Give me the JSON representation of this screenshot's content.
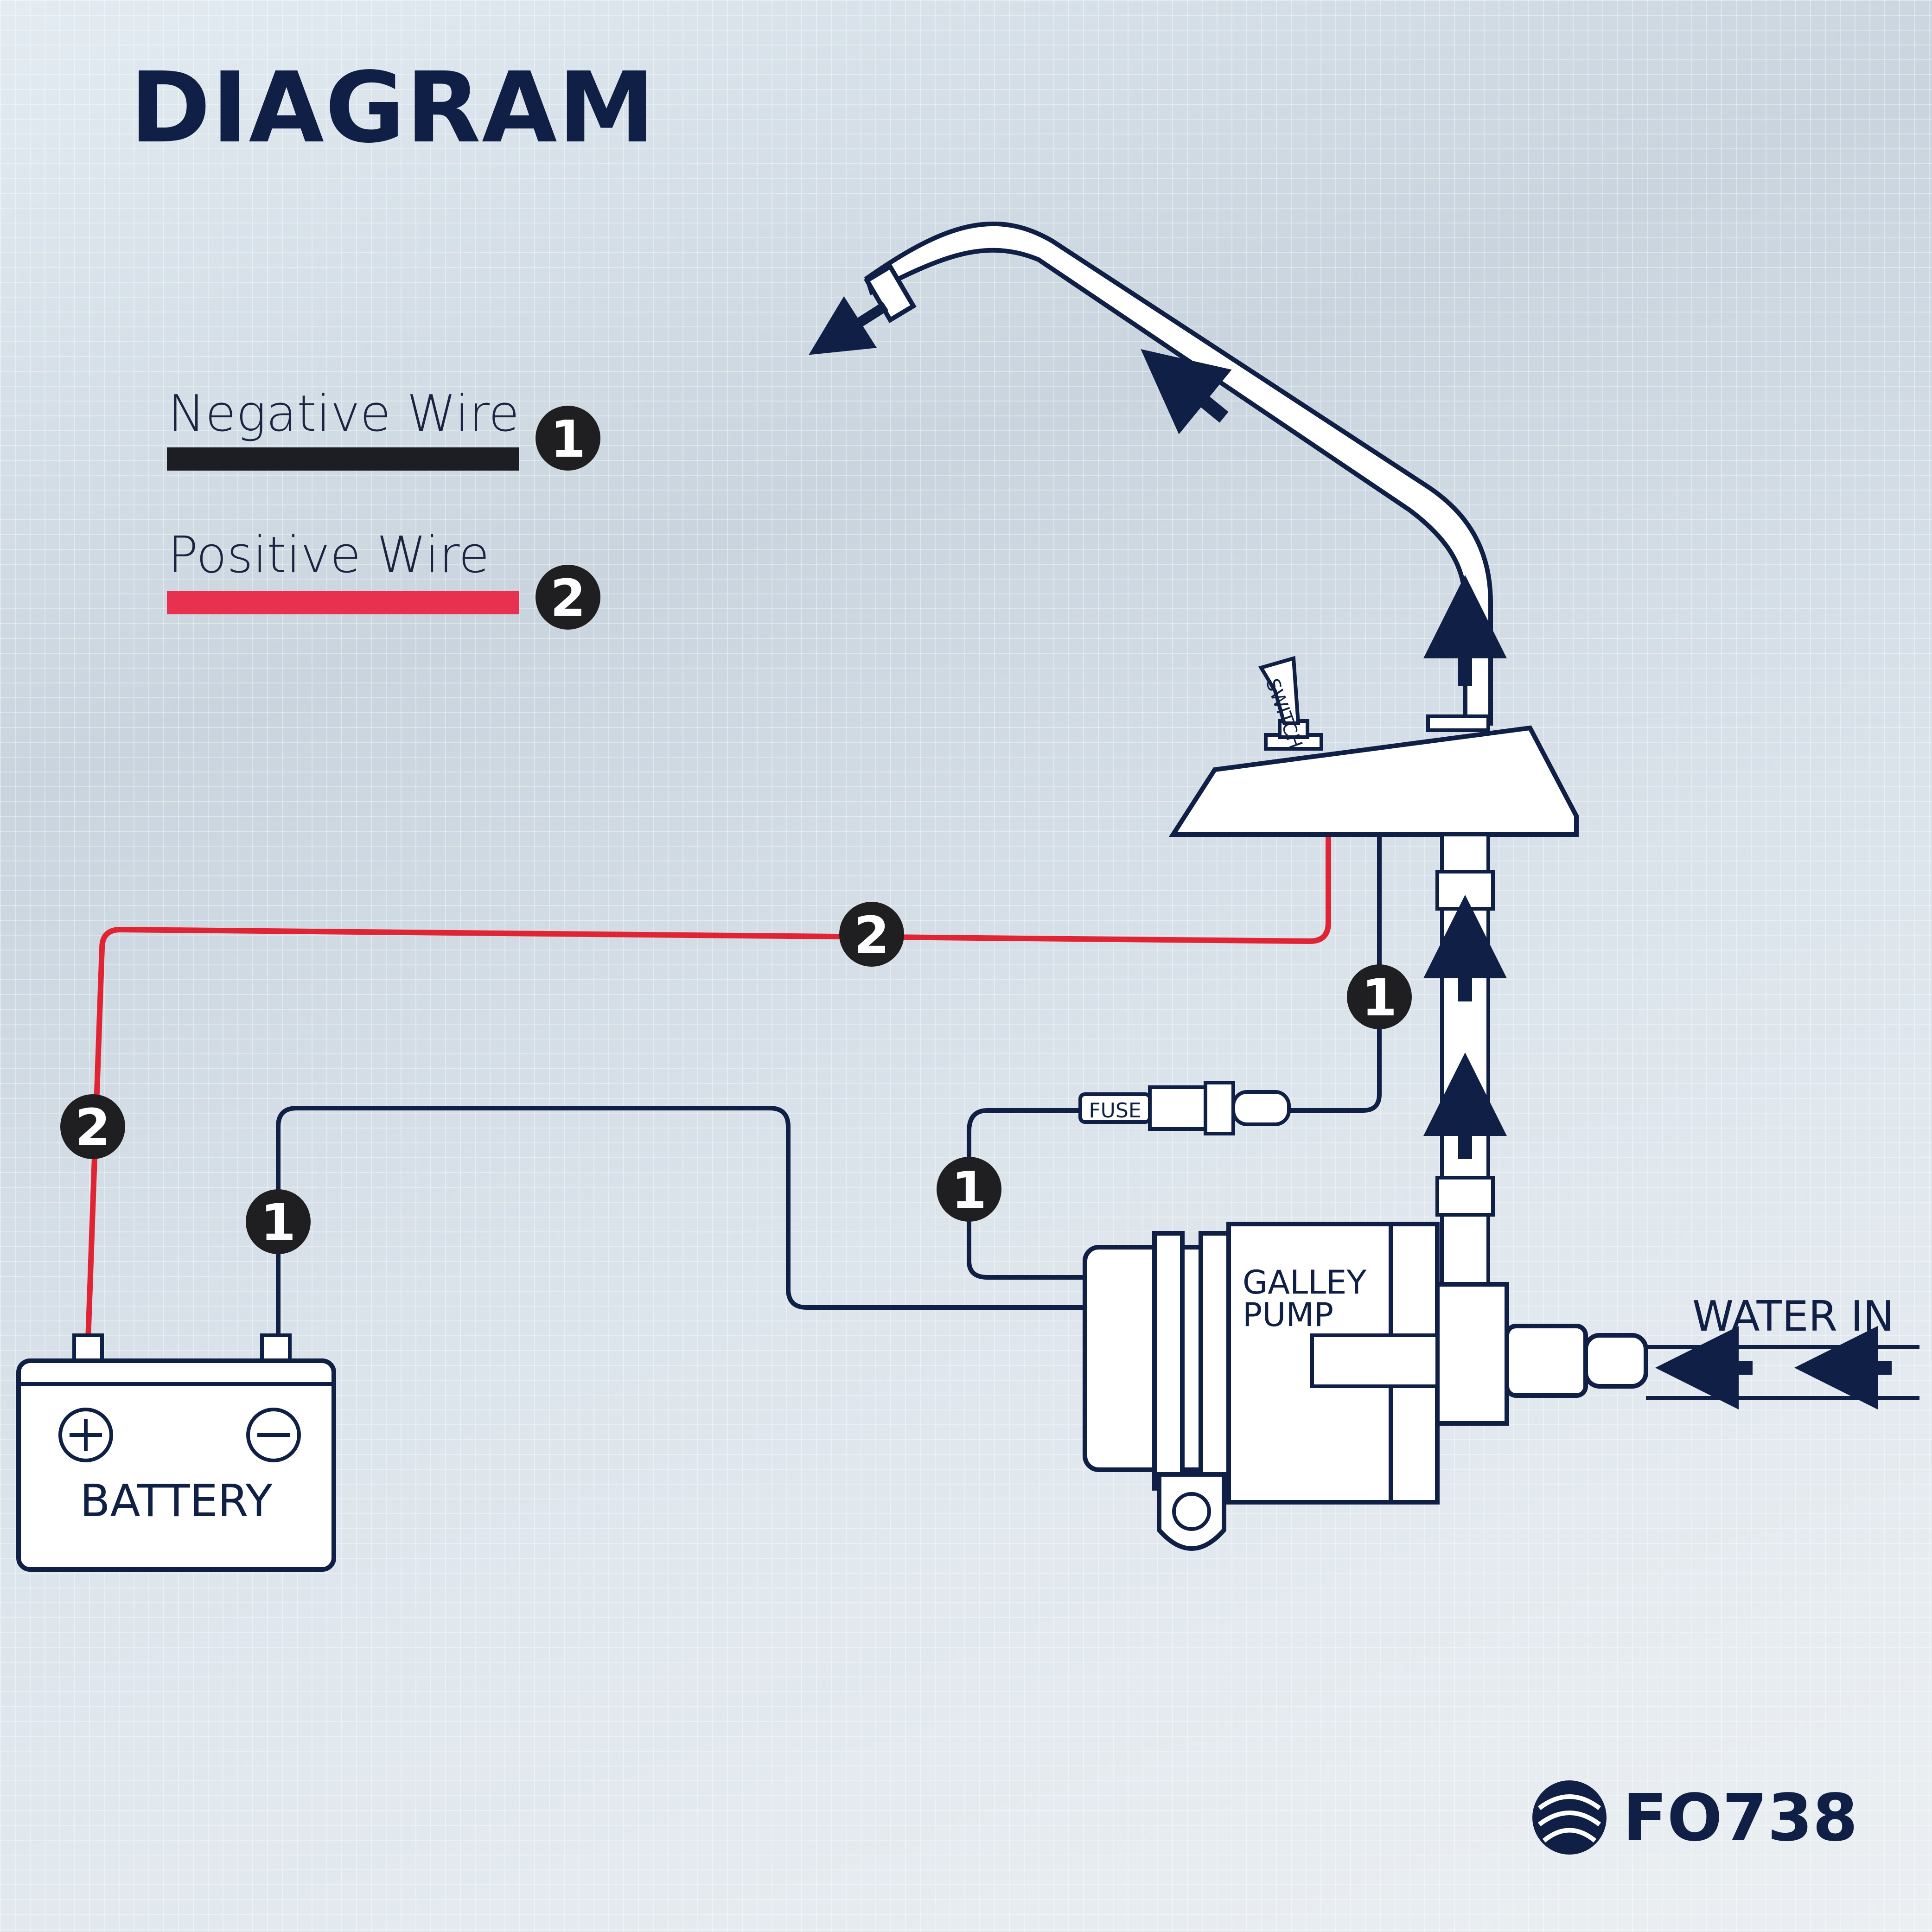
{
  "title": "DIAGRAM",
  "legend": {
    "negative": {
      "label": "Negative Wire",
      "number": "1",
      "color": "#1d1d24"
    },
    "positive": {
      "label": "Positive Wire",
      "number": "2",
      "color": "#e8304f"
    }
  },
  "labels": {
    "switch": "SWITCH",
    "fuse": "FUSE",
    "pump_line1": "GALLEY",
    "pump_line2": "PUMP",
    "water_in": "WATER IN",
    "battery": "BATTERY"
  },
  "wire_markers": {
    "neg": "1",
    "pos": "2"
  },
  "colors": {
    "navy": "#0f1f45",
    "red_wire": "#e02434",
    "marker_bg": "#1f1f22"
  },
  "brand": {
    "code": "FO738"
  }
}
